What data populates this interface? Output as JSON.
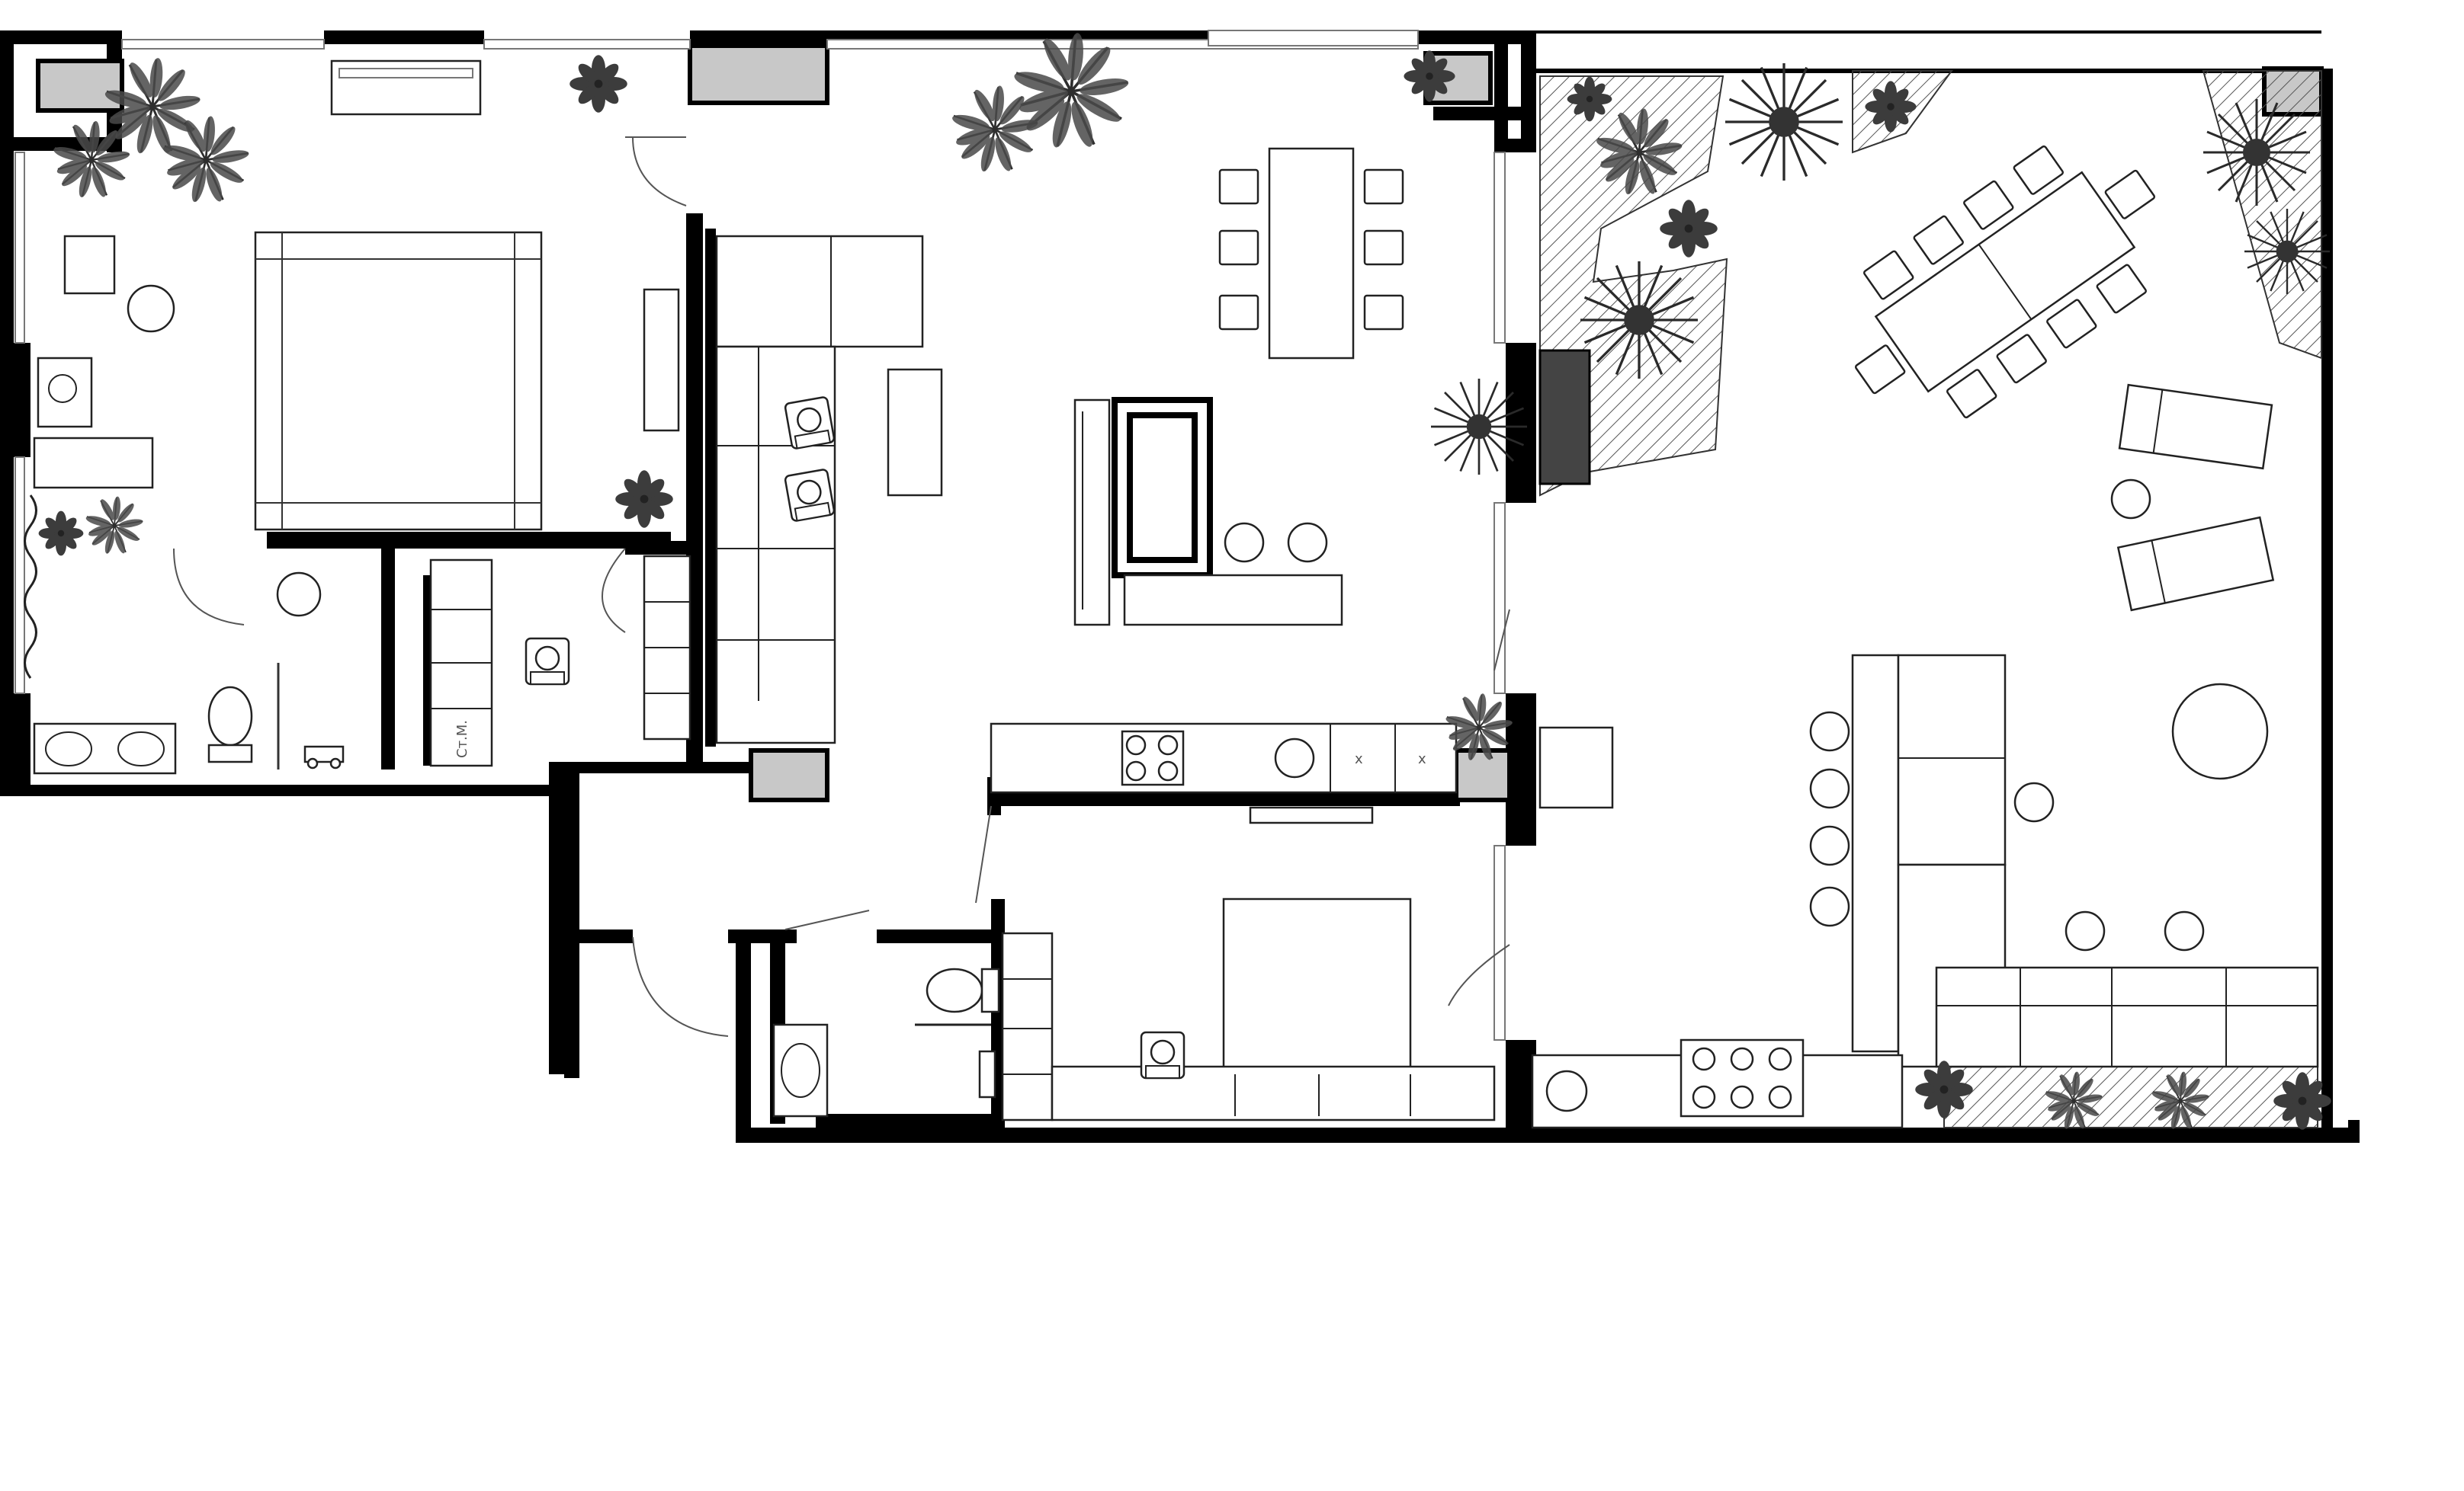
{
  "plan": {
    "labels": {
      "storage_label": "Ст.М.",
      "burner_mark_1": "x",
      "burner_mark_2": "x"
    }
  },
  "colors": {
    "wall": "#000000",
    "pillar": "#c8c8c8",
    "plant": "#3a3a3a",
    "background": "#ffffff"
  }
}
